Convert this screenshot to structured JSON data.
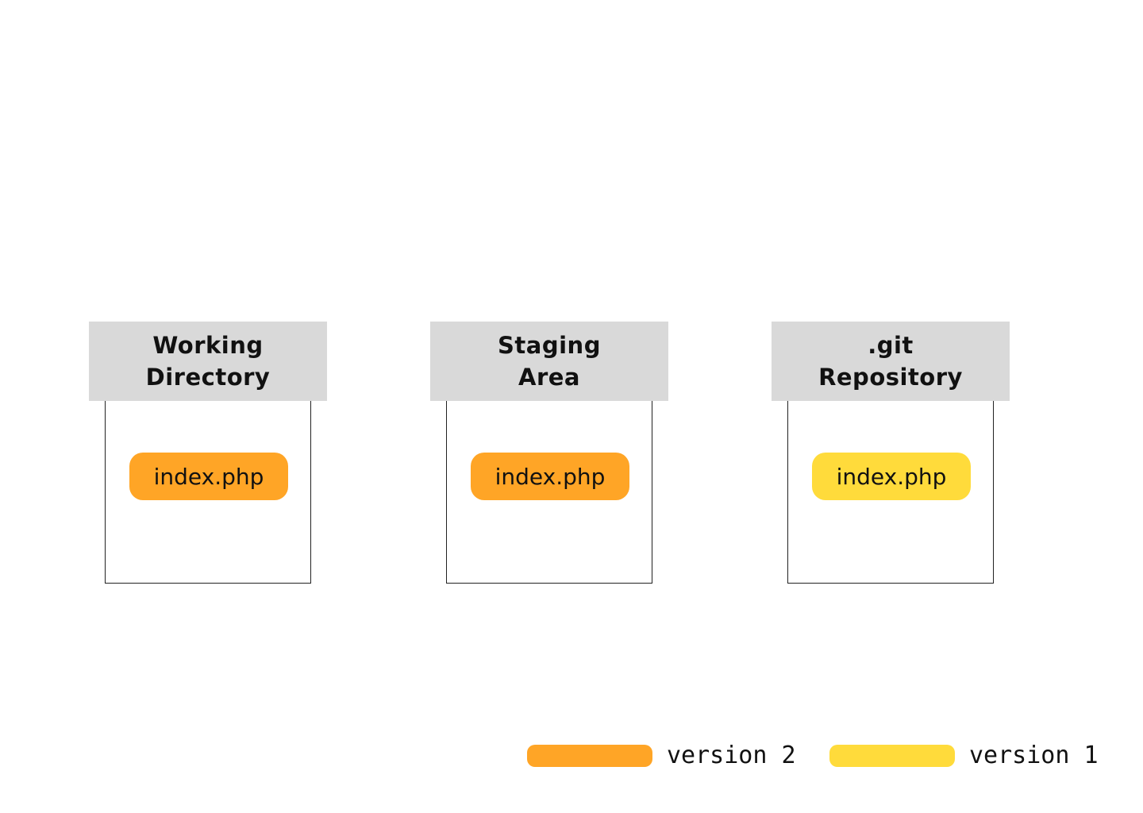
{
  "colors": {
    "version2": "#ffa526",
    "version1": "#ffdb3b",
    "header_bg": "#d9d9d9"
  },
  "areas": [
    {
      "title_line1": "Working",
      "title_line2": "Directory",
      "file": {
        "name": "index.php",
        "version": "version 2"
      }
    },
    {
      "title_line1": "Staging",
      "title_line2": "Area",
      "file": {
        "name": "index.php",
        "version": "version 2"
      }
    },
    {
      "title_line1": ".git",
      "title_line2": "Repository",
      "file": {
        "name": "index.php",
        "version": "version 1"
      }
    }
  ],
  "legend": [
    {
      "label": "version 2",
      "color": "#ffa526"
    },
    {
      "label": "version 1",
      "color": "#ffdb3b"
    }
  ]
}
